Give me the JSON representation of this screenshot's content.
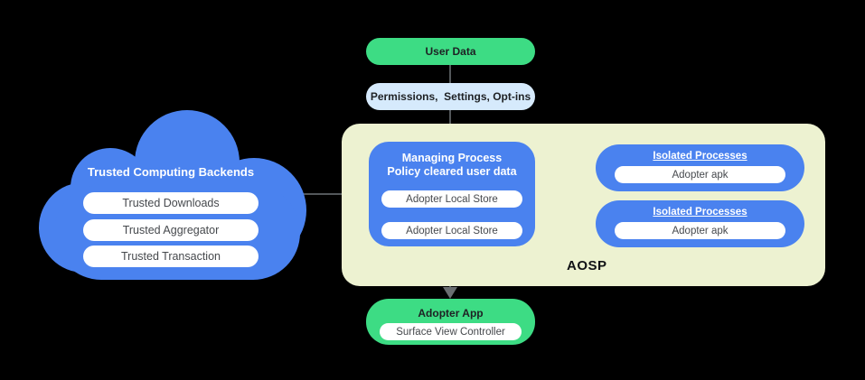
{
  "flow": {
    "user_data": {
      "label": "User Data"
    },
    "permissions": {
      "label": "Permissions,  Settings, Opt-ins"
    }
  },
  "cloud": {
    "title": "Trusted Computing Backends",
    "items": [
      "Trusted Downloads",
      "Trusted Aggregator",
      "Trusted Transaction"
    ]
  },
  "aosp": {
    "label": "AOSP",
    "managing_process": {
      "title_line1": "Managing Process",
      "title_line2": "Policy cleared user data",
      "stores": [
        "Adopter Local Store",
        "Adopter Local Store"
      ]
    },
    "isolated_processes": [
      {
        "title": "Isolated Processes",
        "item": "Adopter apk"
      },
      {
        "title": "Isolated Processes",
        "item": "Adopter apk"
      }
    ]
  },
  "adopter_app": {
    "title": "Adopter App",
    "item": "Surface View Controller"
  },
  "colors": {
    "background": "#000000",
    "blue": "#4a82ef",
    "green": "#3ddc84",
    "light_blue": "#d6eafc",
    "aosp_background": "#edf2d1",
    "connector": "#53575a",
    "pill_text": "#46494d",
    "white": "#ffffff"
  }
}
